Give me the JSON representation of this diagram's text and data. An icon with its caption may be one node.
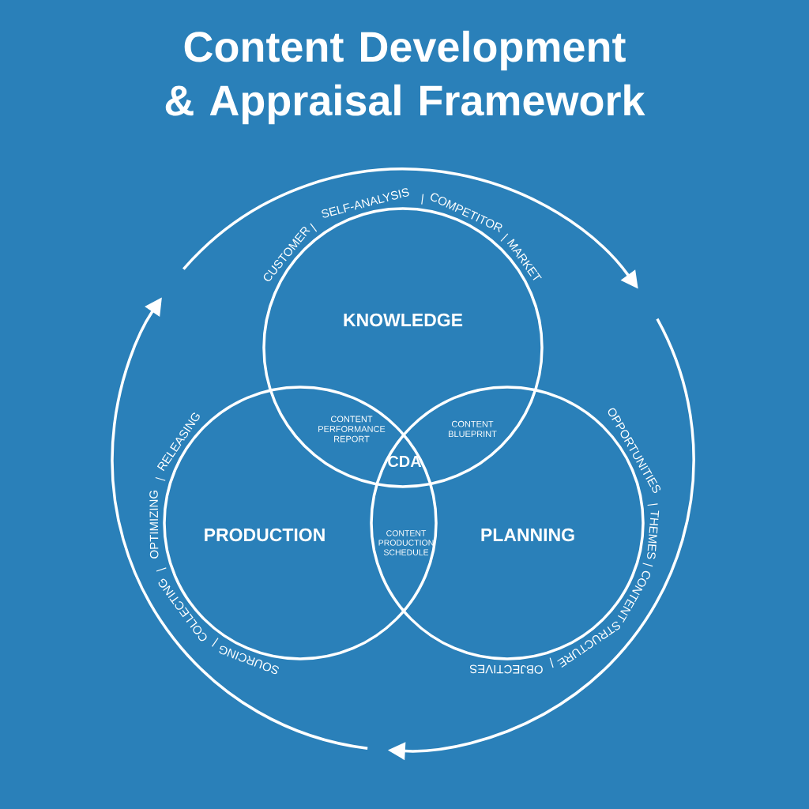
{
  "diagram": {
    "title": "Content Development & Appraisal Framework",
    "nodes": [
      {
        "text": [
          "KNOWLEDGE"
        ],
        "beside": [
          "CUSTOMER",
          "SELF-ANALYSIS",
          "COMPETITOR",
          "MARKET"
        ]
      },
      {
        "text": [
          "PRODUCTION"
        ],
        "beside": [
          "SOURCING",
          "COLLECTING",
          "OPTIMIZING",
          "RELEASING"
        ]
      },
      {
        "text": [
          "PLANNING"
        ],
        "beside": [
          "OPPORTUNITIES",
          "THEMES",
          "CONTENT",
          "STRUCTURE",
          "OBJECTIVES"
        ]
      }
    ],
    "labels": [
      "CONTENT PERFORMANCE REPORT",
      "CONTENT BLUEPRINT",
      "CDA",
      "CONTENT PRODUCTION SCHEDULE"
    ]
  }
}
